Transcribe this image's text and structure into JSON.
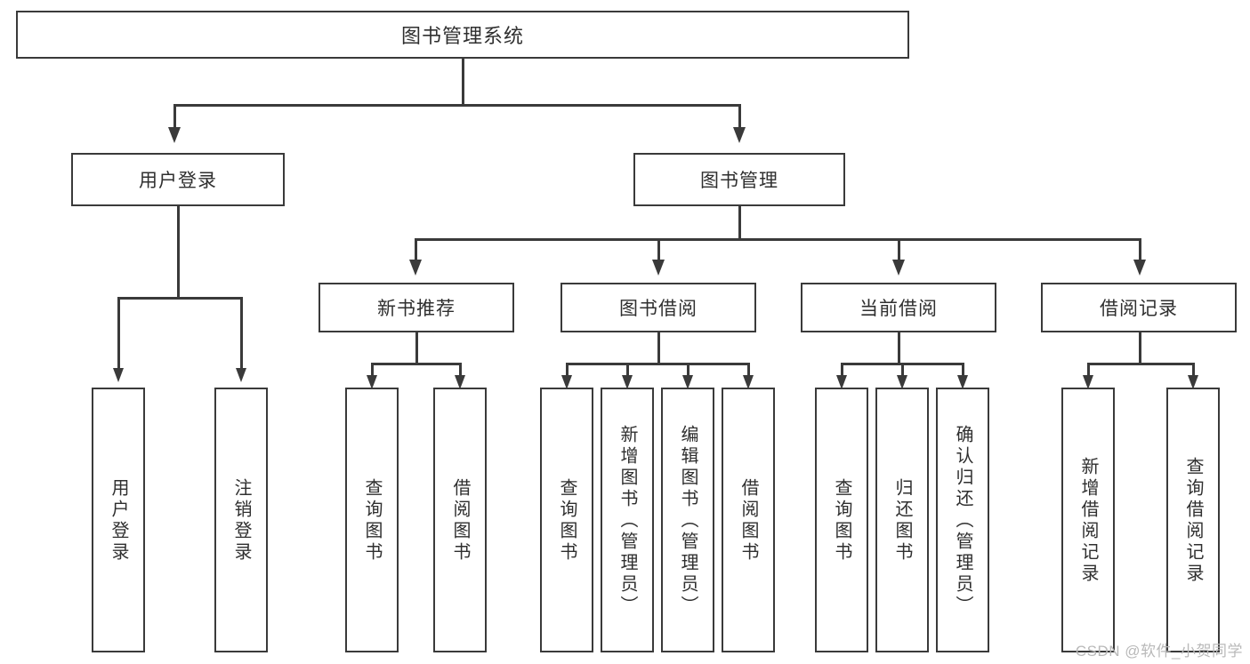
{
  "diagram": {
    "title": "图书管理系统",
    "type": "tree-hierarchy",
    "root": {
      "label": "图书管理系统"
    },
    "level2": [
      {
        "label": "用户登录"
      },
      {
        "label": "图书管理"
      }
    ],
    "level3": [
      {
        "label": "新书推荐"
      },
      {
        "label": "图书借阅"
      },
      {
        "label": "当前借阅"
      },
      {
        "label": "借阅记录"
      }
    ],
    "leaves": {
      "user_login": [
        {
          "label": "用户登录"
        },
        {
          "label": "注销登录"
        }
      ],
      "new_book_recommend": [
        {
          "label": "查询图书"
        },
        {
          "label": "借阅图书"
        }
      ],
      "book_borrow": [
        {
          "label": "查询图书"
        },
        {
          "label": "新增图书（管理员）"
        },
        {
          "label": "编辑图书（管理员）"
        },
        {
          "label": "借阅图书"
        }
      ],
      "current_borrow": [
        {
          "label": "查询图书"
        },
        {
          "label": "归还图书"
        },
        {
          "label": "确认归还（管理员）"
        }
      ],
      "borrow_record": [
        {
          "label": "新增借阅记录"
        },
        {
          "label": "查询借阅记录"
        }
      ]
    }
  },
  "watermark": {
    "text": "CSDN @软件_小贺同学"
  },
  "colors": {
    "line": "#3a3a3a",
    "text": "#2f2f2f",
    "background": "#ffffff",
    "watermark": "#b9b9b9"
  }
}
